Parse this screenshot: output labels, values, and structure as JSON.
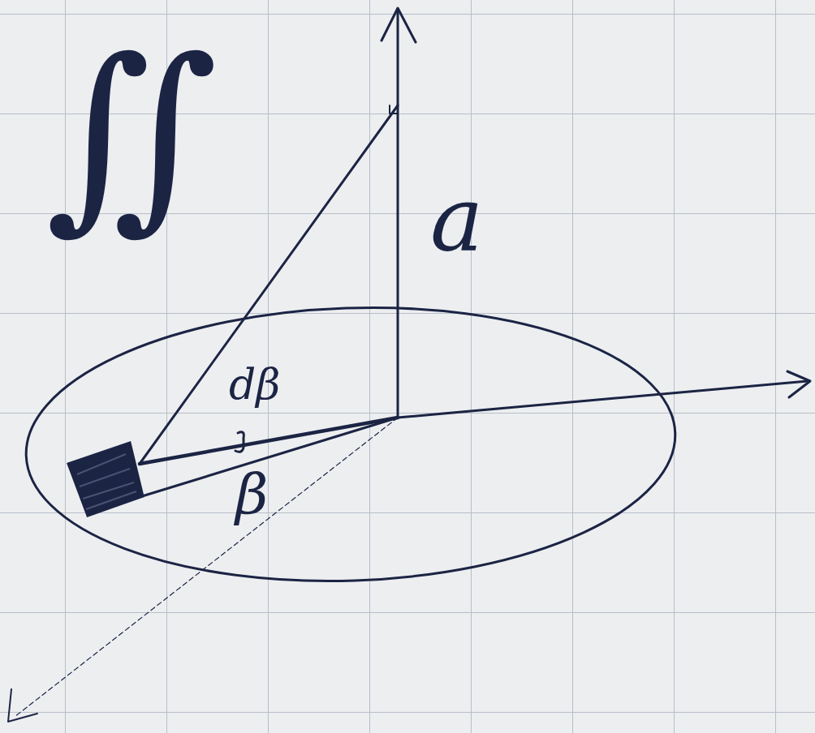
{
  "diagram": {
    "labels": [
      "∬",
      "a",
      "dβ",
      "β"
    ]
  }
}
